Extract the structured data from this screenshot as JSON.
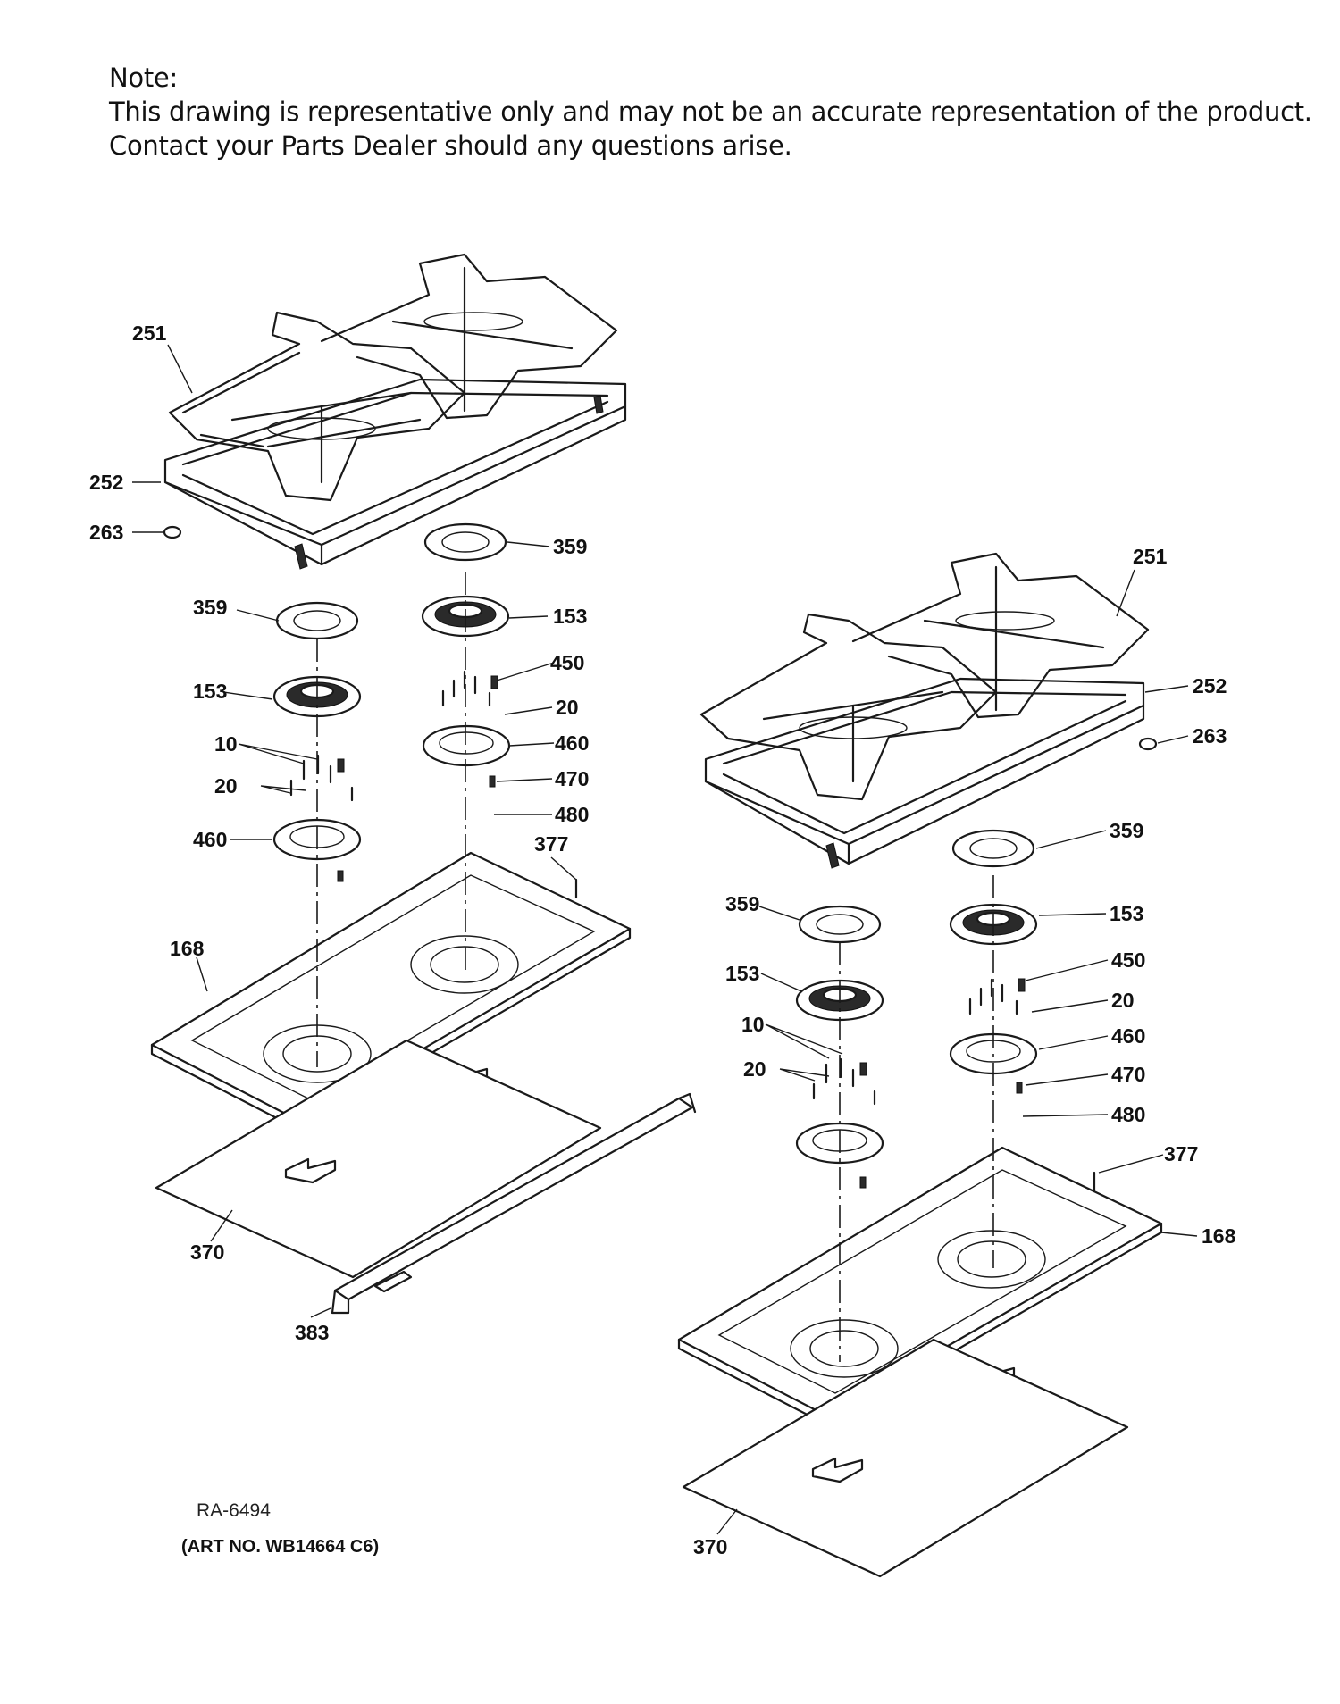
{
  "note": {
    "heading": "Note:",
    "line1": "This drawing is representative only and may not be an accurate representation of the product.",
    "line2": "Contact your Parts Dealer should any questions arise."
  },
  "diagram": {
    "left_assembly": {
      "grate": "251",
      "cooktop_frame": "252",
      "foot": "263",
      "cap_rear": "359",
      "head_rear": "153",
      "electrode_rear": "450",
      "screw_rear": "20",
      "base_rear": "460",
      "spring_rear": "470",
      "orifice_rear": "480",
      "cap_front": "359",
      "head_front": "153",
      "screws_front": "10",
      "screws_front_b": "20",
      "base_front": "460",
      "screw_pan": "377",
      "burner_box": "168",
      "insulation": "370",
      "bracket": "383"
    },
    "right_assembly": {
      "grate": "251",
      "cooktop_frame": "252",
      "foot": "263",
      "cap_rear": "359",
      "head_rear": "153",
      "cap_front": "359",
      "head_front": "153",
      "electrode_rear": "450",
      "screw_rear": "20",
      "screws_front": "10",
      "screws_front_b": "20",
      "base_rear": "460",
      "spring_rear": "470",
      "orifice_rear": "480",
      "screw_pan": "377",
      "burner_box": "168",
      "insulation": "370"
    },
    "ref_code": "RA-6494",
    "art_no": "(ART NO. WB14664 C6)"
  }
}
